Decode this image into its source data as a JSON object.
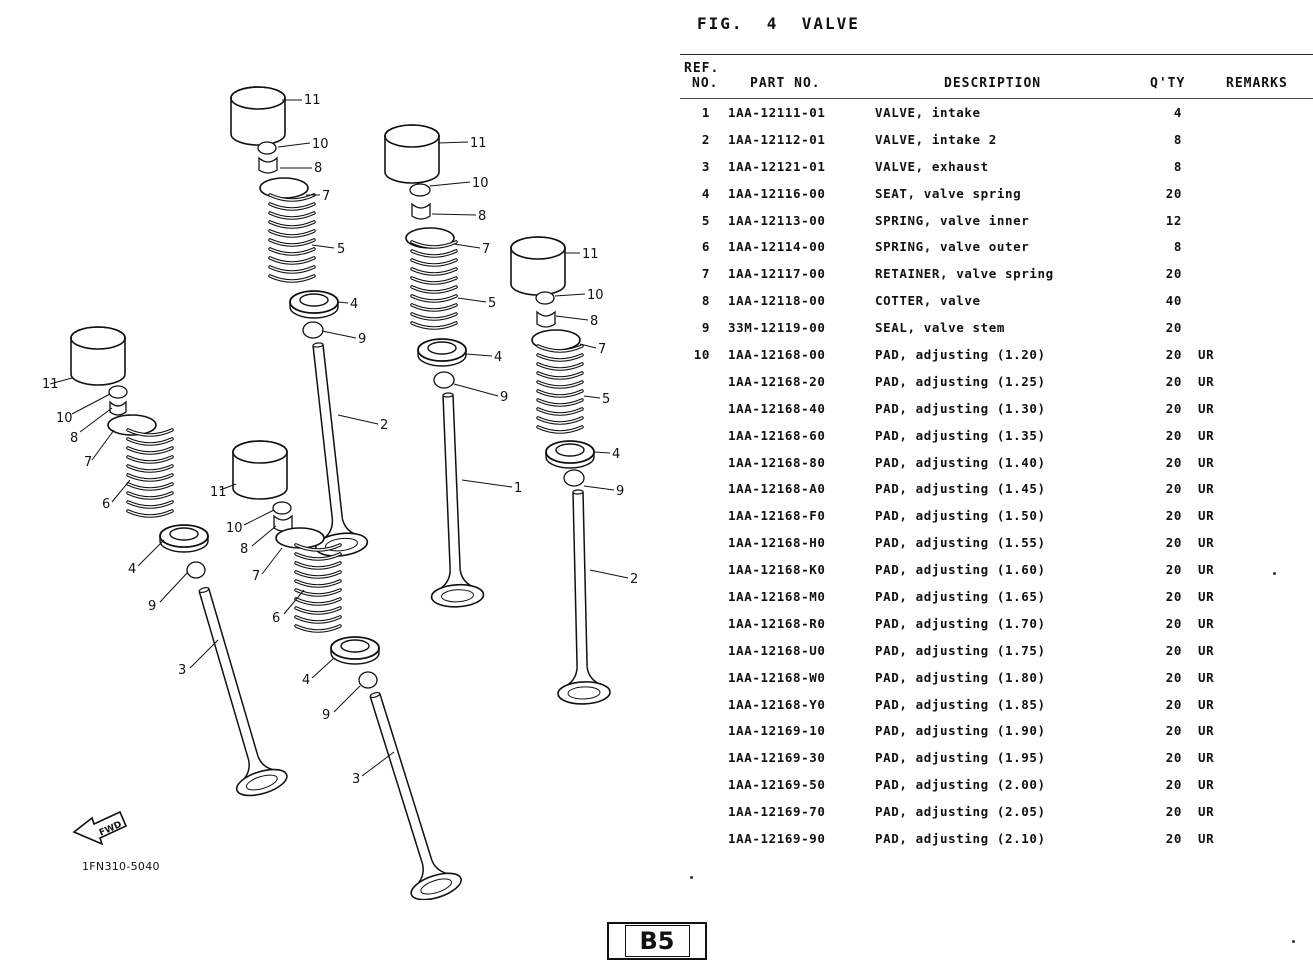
{
  "figure": {
    "label": "FIG.",
    "number": "4",
    "name": "VALVE"
  },
  "table_headers": {
    "ref_line1": "REF.",
    "ref_line2": "NO.",
    "part_no": "PART NO.",
    "description": "DESCRIPTION",
    "qty": "Q'TY",
    "remarks": "REMARKS"
  },
  "parts": [
    {
      "ref": "1",
      "part_no": "1AA-12111-01",
      "description": "VALVE, intake",
      "qty": "4",
      "remarks": ""
    },
    {
      "ref": "2",
      "part_no": "1AA-12112-01",
      "description": "VALVE, intake 2",
      "qty": "8",
      "remarks": ""
    },
    {
      "ref": "3",
      "part_no": "1AA-12121-01",
      "description": "VALVE, exhaust",
      "qty": "8",
      "remarks": ""
    },
    {
      "ref": "4",
      "part_no": "1AA-12116-00",
      "description": "SEAT, valve spring",
      "qty": "20",
      "remarks": ""
    },
    {
      "ref": "5",
      "part_no": "1AA-12113-00",
      "description": "SPRING, valve inner",
      "qty": "12",
      "remarks": ""
    },
    {
      "ref": "6",
      "part_no": "1AA-12114-00",
      "description": "SPRING, valve outer",
      "qty": "8",
      "remarks": ""
    },
    {
      "ref": "7",
      "part_no": "1AA-12117-00",
      "description": "RETAINER, valve spring",
      "qty": "20",
      "remarks": ""
    },
    {
      "ref": "8",
      "part_no": "1AA-12118-00",
      "description": "COTTER, valve",
      "qty": "40",
      "remarks": ""
    },
    {
      "ref": "9",
      "part_no": "33M-12119-00",
      "description": "SEAL, valve stem",
      "qty": "20",
      "remarks": ""
    },
    {
      "ref": "10",
      "part_no": "1AA-12168-00",
      "description": "PAD, adjusting (1.20)",
      "qty": "20",
      "remarks": "UR"
    },
    {
      "ref": "",
      "part_no": "1AA-12168-20",
      "description": "PAD, adjusting (1.25)",
      "qty": "20",
      "remarks": "UR"
    },
    {
      "ref": "",
      "part_no": "1AA-12168-40",
      "description": "PAD, adjusting (1.30)",
      "qty": "20",
      "remarks": "UR"
    },
    {
      "ref": "",
      "part_no": "1AA-12168-60",
      "description": "PAD, adjusting (1.35)",
      "qty": "20",
      "remarks": "UR"
    },
    {
      "ref": "",
      "part_no": "1AA-12168-80",
      "description": "PAD, adjusting (1.40)",
      "qty": "20",
      "remarks": "UR"
    },
    {
      "ref": "",
      "part_no": "1AA-12168-A0",
      "description": "PAD, adjusting (1.45)",
      "qty": "20",
      "remarks": "UR"
    },
    {
      "ref": "",
      "part_no": "1AA-12168-F0",
      "description": "PAD, adjusting (1.50)",
      "qty": "20",
      "remarks": "UR"
    },
    {
      "ref": "",
      "part_no": "1AA-12168-H0",
      "description": "PAD, adjusting (1.55)",
      "qty": "20",
      "remarks": "UR"
    },
    {
      "ref": "",
      "part_no": "1AA-12168-K0",
      "description": "PAD, adjusting (1.60)",
      "qty": "20",
      "remarks": "UR"
    },
    {
      "ref": "",
      "part_no": "1AA-12168-M0",
      "description": "PAD, adjusting (1.65)",
      "qty": "20",
      "remarks": "UR"
    },
    {
      "ref": "",
      "part_no": "1AA-12168-R0",
      "description": "PAD, adjusting (1.70)",
      "qty": "20",
      "remarks": "UR"
    },
    {
      "ref": "",
      "part_no": "1AA-12168-U0",
      "description": "PAD, adjusting (1.75)",
      "qty": "20",
      "remarks": "UR"
    },
    {
      "ref": "",
      "part_no": "1AA-12168-W0",
      "description": "PAD, adjusting (1.80)",
      "qty": "20",
      "remarks": "UR"
    },
    {
      "ref": "",
      "part_no": "1AA-12168-Y0",
      "description": "PAD, adjusting (1.85)",
      "qty": "20",
      "remarks": "UR"
    },
    {
      "ref": "",
      "part_no": "1AA-12169-10",
      "description": "PAD, adjusting (1.90)",
      "qty": "20",
      "remarks": "UR"
    },
    {
      "ref": "",
      "part_no": "1AA-12169-30",
      "description": "PAD, adjusting (1.95)",
      "qty": "20",
      "remarks": "UR"
    },
    {
      "ref": "",
      "part_no": "1AA-12169-50",
      "description": "PAD, adjusting (2.00)",
      "qty": "20",
      "remarks": "UR"
    },
    {
      "ref": "",
      "part_no": "1AA-12169-70",
      "description": "PAD, adjusting (2.05)",
      "qty": "20",
      "remarks": "UR"
    },
    {
      "ref": "",
      "part_no": "1AA-12169-90",
      "description": "PAD, adjusting (2.10)",
      "qty": "20",
      "remarks": "UR"
    }
  ],
  "diagram": {
    "callouts": [
      "1",
      "2",
      "3",
      "4",
      "5",
      "6",
      "7",
      "8",
      "9",
      "10",
      "11"
    ],
    "fwd_label": "FWD",
    "drawing_code": "1FN310-5040"
  },
  "page_label": "B5"
}
